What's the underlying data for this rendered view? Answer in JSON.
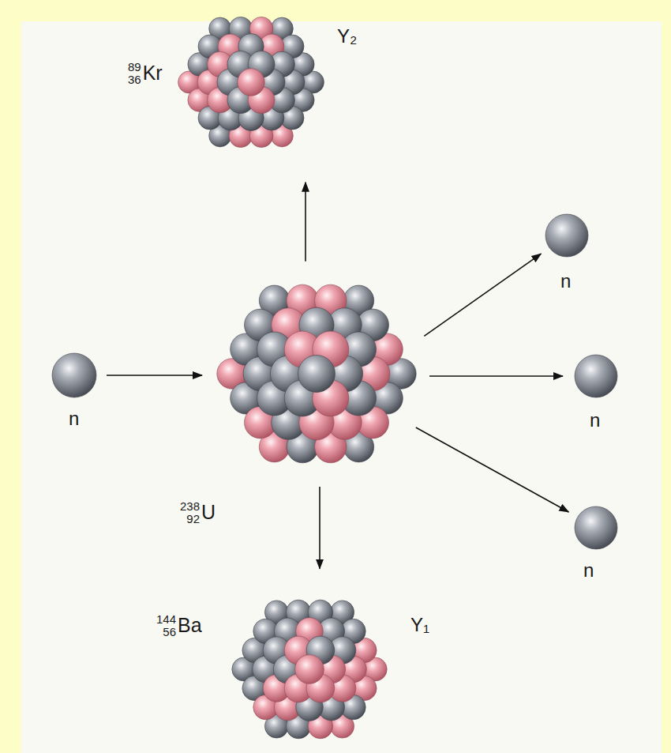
{
  "diagram": {
    "nodes": [
      {
        "text": [
          "89",
          "36",
          "Kr",
          "Y₂"
        ]
      },
      {
        "text": [
          "n"
        ]
      },
      {
        "text": [
          "n"
        ]
      },
      {
        "text": [
          "238",
          "92",
          "U"
        ]
      },
      {
        "text": [
          "n"
        ]
      },
      {
        "text": [
          "n"
        ]
      },
      {
        "text": [
          "144",
          "56",
          "Ba",
          "Y₁"
        ]
      }
    ],
    "edges": [
      {
        "from": 2,
        "to": 3,
        "arrow": "to"
      },
      {
        "from": 3,
        "to": 0,
        "arrow": "to"
      },
      {
        "from": 3,
        "to": 1,
        "arrow": "to"
      },
      {
        "from": 3,
        "to": 4,
        "arrow": "to"
      },
      {
        "from": 3,
        "to": 5,
        "arrow": "to"
      },
      {
        "from": 3,
        "to": 6,
        "arrow": "to"
      }
    ]
  }
}
